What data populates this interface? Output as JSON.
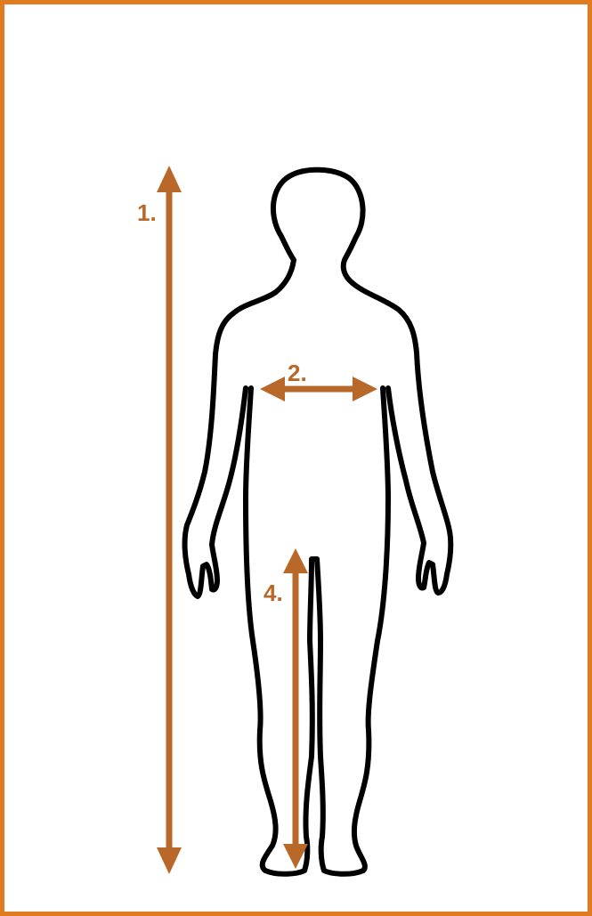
{
  "colors": {
    "frame": "#e07b1f",
    "arrow": "#b8692a",
    "outline": "#000000",
    "background": "#ffffff"
  },
  "icons": {
    "figure": "human-body-outline-icon"
  },
  "labels": {
    "height": "1.",
    "chest": "2.",
    "inseam": "4."
  }
}
